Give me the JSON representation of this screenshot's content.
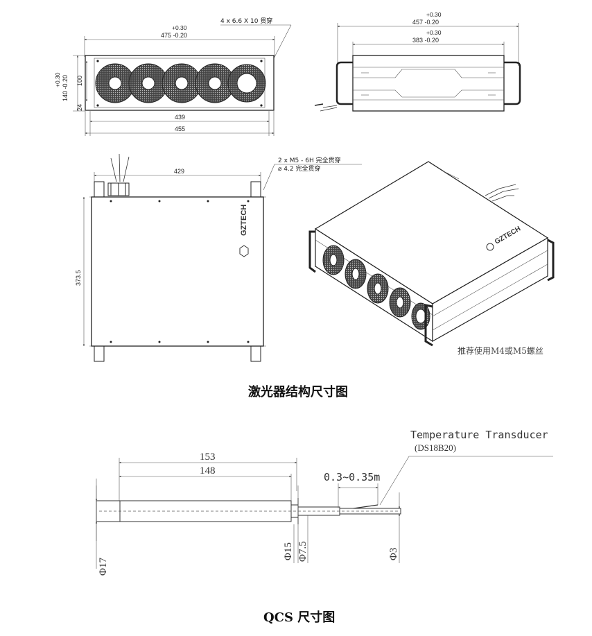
{
  "captions": {
    "laser": "激光器结构尺寸图",
    "qcs": "QCS 尺寸图"
  },
  "front_view": {
    "note": "4 x 6.6 X 10 贯穿",
    "width_tol_plus": "+0.30",
    "width_dim": "475 -0.20",
    "height_tol_plus": "+0.30",
    "height_dim": "140 -0.20",
    "inner_height": "100",
    "bottom_offset": "24",
    "bottom_width_1": "439",
    "bottom_width_2": "455"
  },
  "side_view": {
    "outer_tol_plus": "+0.30",
    "outer_dim": "457 -0.20",
    "inner_tol_plus": "+0.30",
    "inner_dim": "383 -0.20"
  },
  "top_view": {
    "width_dim": "429",
    "height_dim": "373.5",
    "note_line_1": "2 x M5 - 6H 完全贯穿",
    "note_line_2": "⌀ 4.2 完全贯穿",
    "brand": "GZTECH"
  },
  "iso_view": {
    "brand": "GZTECH",
    "note": "推荐使用M4或M5螺丝"
  },
  "qcs": {
    "sensor_label": "Temperature Transducer",
    "sensor_model": "(DS18B20)",
    "len_outer": "153",
    "len_inner": "148",
    "wire_len": "0.3~0.35m",
    "dia_body": "Φ17",
    "dia_step": "Φ15",
    "dia_tube": "Φ7.5",
    "dia_wire": "Φ3"
  },
  "icons": [
    "fan-icon",
    "handle-icon",
    "cable-icon",
    "logo-icon"
  ]
}
